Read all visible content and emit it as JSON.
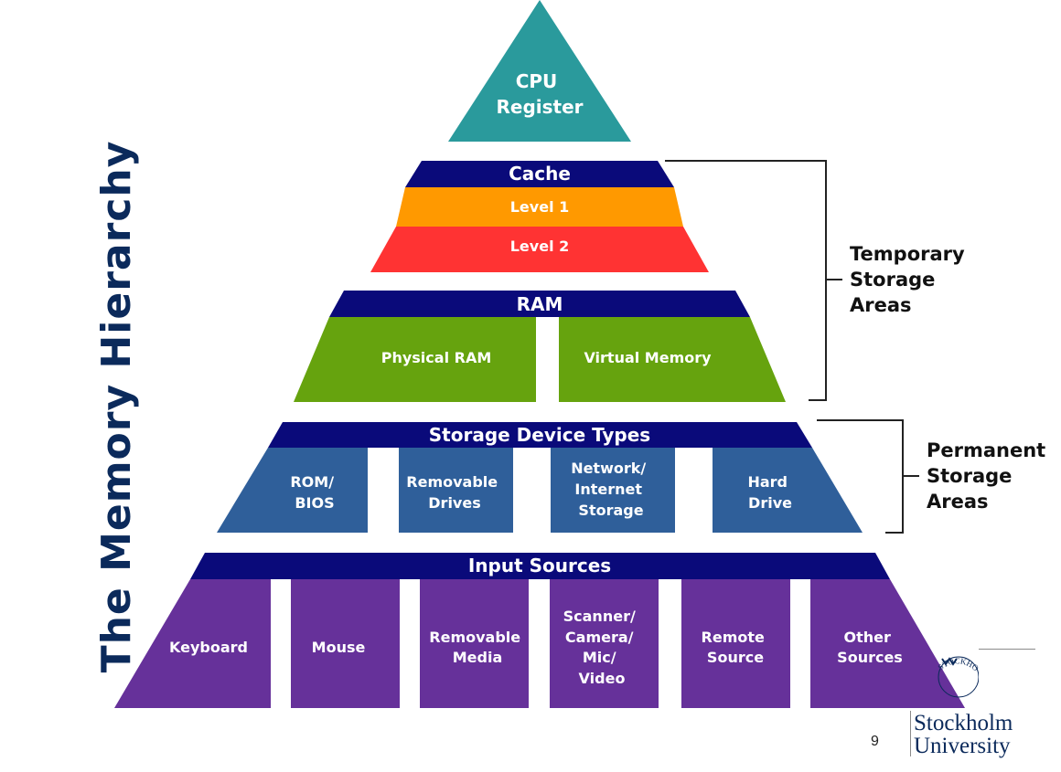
{
  "title": "The Memory Hierarchy",
  "colors": {
    "navy": "#0a0a7a",
    "teal": "#2a9a9c",
    "orange": "#ff9900",
    "red": "#ff3333",
    "green": "#66a30e",
    "blue": "#2f5f9a",
    "purple": "#66319a"
  },
  "tiers": {
    "cpu": {
      "lines": [
        "CPU",
        "Register"
      ]
    },
    "cache": {
      "header": "Cache",
      "level1": "Level 1",
      "level2": "Level 2"
    },
    "ram": {
      "header": "RAM",
      "blocks": [
        "Physical RAM",
        "Virtual Memory"
      ]
    },
    "storage": {
      "header": "Storage Device Types",
      "blocks": [
        {
          "lines": [
            "ROM/",
            "BIOS"
          ]
        },
        {
          "lines": [
            "Removable",
            "Drives"
          ]
        },
        {
          "lines": [
            "Network/",
            "Internet",
            "Storage"
          ]
        },
        {
          "lines": [
            "Hard",
            "Drive"
          ]
        }
      ]
    },
    "input": {
      "header": "Input Sources",
      "blocks": [
        {
          "lines": [
            "Keyboard"
          ]
        },
        {
          "lines": [
            "Mouse"
          ]
        },
        {
          "lines": [
            "Removable",
            "Media"
          ]
        },
        {
          "lines": [
            "Scanner/",
            "Camera/",
            "Mic/",
            "Video"
          ]
        },
        {
          "lines": [
            "Remote",
            "Source"
          ]
        },
        {
          "lines": [
            "Other",
            "Sources"
          ]
        }
      ]
    }
  },
  "brackets": {
    "temporary": {
      "lines": [
        "Temporary",
        "Storage",
        "Areas"
      ]
    },
    "permanent": {
      "lines": [
        "Permanent",
        "Storage",
        "Areas"
      ]
    }
  },
  "footer": {
    "page_number": "9",
    "logo_line1": "Stockholm",
    "logo_line2": "University",
    "seal_text": "STOCKHOLM"
  }
}
